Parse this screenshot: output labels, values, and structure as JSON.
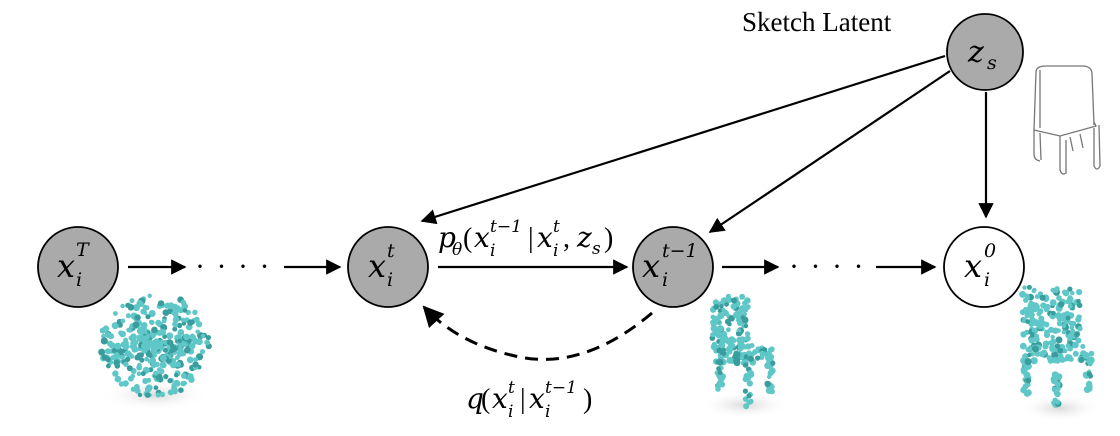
{
  "title_label": "Sketch Latent",
  "nodes": {
    "zs": {
      "base": "z",
      "sub": "s",
      "shaded": true
    },
    "xT": {
      "base": "x",
      "sub": "i",
      "sup": "T",
      "shaded": true
    },
    "xt": {
      "base": "x",
      "sub": "i",
      "sup": "t",
      "shaded": true
    },
    "xt1": {
      "base": "x",
      "sub": "i",
      "sup": "t−1",
      "shaded": true
    },
    "x0": {
      "base": "x",
      "sub": "i",
      "sup": "0",
      "shaded": false
    }
  },
  "ellipsis": "· · · ·",
  "forward_label": {
    "p": "p",
    "theta": "θ",
    "open": "(",
    "x1": "x",
    "x1_sub": "i",
    "x1_sup": "t−1",
    "bar": "|",
    "x2": "x",
    "x2_sub": "i",
    "x2_sup": "t",
    "comma": ",",
    "z": "z",
    "z_sub": "s",
    "close": ")"
  },
  "reverse_label": {
    "q": "q",
    "open": "(",
    "x1": "x",
    "x1_sub": "i",
    "x1_sup": "t",
    "bar": "|",
    "x2": "x",
    "x2_sub": "i",
    "x2_sup": "t−1",
    "close": ")"
  },
  "colors": {
    "node_shaded": "#aaaaaa",
    "node_empty": "#ffffff",
    "stroke": "#000000",
    "points": "#5fc7c7",
    "points_dark": "#3a9d9d",
    "sketch": "#777777"
  }
}
